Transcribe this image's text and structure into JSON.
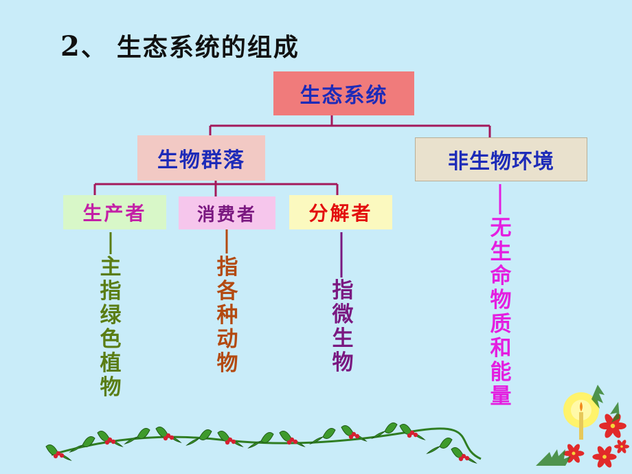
{
  "title": {
    "number": "2",
    "separator": "、",
    "text": "生态系统的组成"
  },
  "nodes": {
    "root": "生态系统",
    "community": "生物群落",
    "abiotic": "非生物环境",
    "producer": "生产者",
    "consumer": "消费者",
    "decomposer": "分解者"
  },
  "descriptions": {
    "producer": [
      "主",
      "指",
      "绿",
      "色",
      "植",
      "物"
    ],
    "consumer": [
      "指",
      "各",
      "种",
      "动",
      "物"
    ],
    "decomposer": [
      "指",
      "微",
      "生",
      "物"
    ],
    "abiotic": [
      "无",
      "生",
      "命",
      "物",
      "质",
      "和",
      "能",
      "量"
    ]
  },
  "colors": {
    "connector": "#a3195b",
    "holly_leaf": "#3e9a2c",
    "holly_berry": "#d62031",
    "poinsettia": "#e12a2a",
    "candle_glow": "#fff36b"
  },
  "icons": [
    "holly-garland",
    "christmas-candle-decoration"
  ]
}
